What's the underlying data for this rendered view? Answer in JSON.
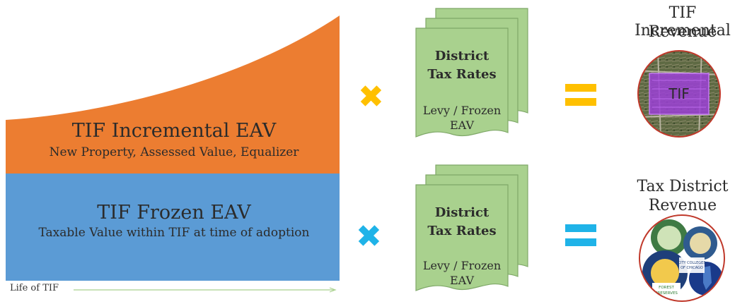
{
  "incremental_block": {
    "title": "TIF Incremental EAV",
    "subtitle": "New Property,  Assessed Value,  Equalizer",
    "color": "#EC7D31"
  },
  "frozen_block": {
    "title": "TIF Frozen EAV",
    "subtitle": "Taxable Value within TIF at time of adoption",
    "color": "#5B9BD5"
  },
  "timeline": {
    "label": "Life of TIF"
  },
  "operators": {
    "multiply_top_color": "#FFC000",
    "multiply_bottom_color": "#1FB3E8",
    "equals_top_color": "#FFC000",
    "equals_bottom_color": "#1FB3E8"
  },
  "rate_doc_top": {
    "title_line1": "District",
    "title_line2": "Tax Rates",
    "body_line1": "Levy / Frozen",
    "body_line2": "EAV",
    "color": "#A9D18E"
  },
  "rate_doc_bottom": {
    "title_line1": "District",
    "title_line2": "Tax Rates",
    "body_line1": "Levy / Frozen",
    "body_line2": "EAV",
    "color": "#A9D18E"
  },
  "result_top": {
    "label_line1": "TIF Incremental",
    "label_line2": "Revenue",
    "image_text": "TIF"
  },
  "result_bottom": {
    "label_line1": "Tax District",
    "label_line2": "Revenue",
    "seal_text_1": "CITY COLLEGES",
    "seal_text_2": "OF CHICAGO",
    "seal_text_3": "FOREST",
    "seal_text_4": "PRESERVES"
  }
}
